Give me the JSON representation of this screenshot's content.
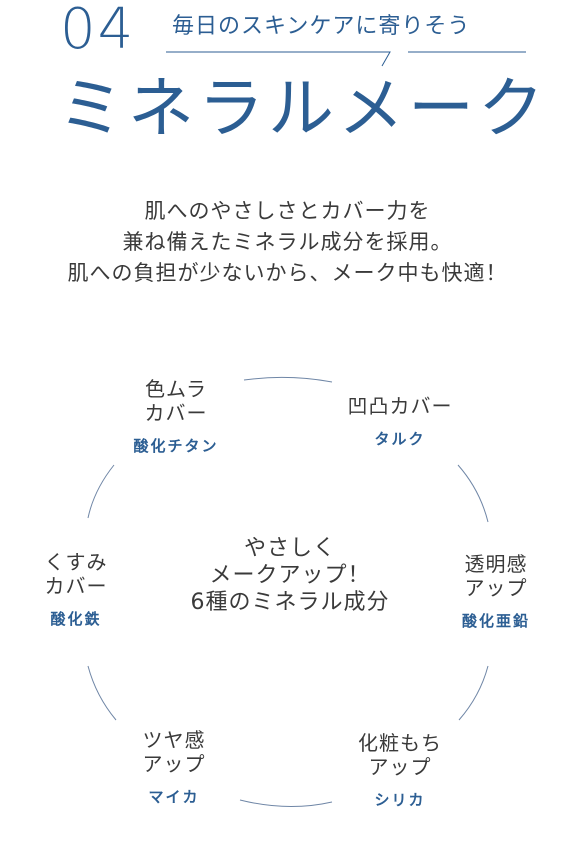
{
  "header": {
    "number": "04",
    "tagline": "毎日のスキンケアに寄りそう",
    "title": "ミネラルメーク"
  },
  "description": [
    "肌へのやさしさとカバー力を",
    "兼ね備えたミネラル成分を採用。",
    "肌への負担が少ないから、メーク中も快適！"
  ],
  "center": [
    "やさしく",
    "メークアップ！",
    "6種のミネラル成分"
  ],
  "items": [
    {
      "label": [
        "色ムラ",
        "カバー"
      ],
      "mineral": "酸化チタン"
    },
    {
      "label": [
        "凹凸カバー"
      ],
      "mineral": "タルク"
    },
    {
      "label": [
        "透明感",
        "アップ"
      ],
      "mineral": "酸化亜鉛"
    },
    {
      "label": [
        "化粧もち",
        "アップ"
      ],
      "mineral": "シリカ"
    },
    {
      "label": [
        "ツヤ感",
        "アップ"
      ],
      "mineral": "マイカ"
    },
    {
      "label": [
        "くすみ",
        "カバー"
      ],
      "mineral": "酸化鉄"
    }
  ],
  "colors": {
    "accent": "#2c5e93",
    "text": "#3a3a3a",
    "line": "#6f86a6"
  }
}
